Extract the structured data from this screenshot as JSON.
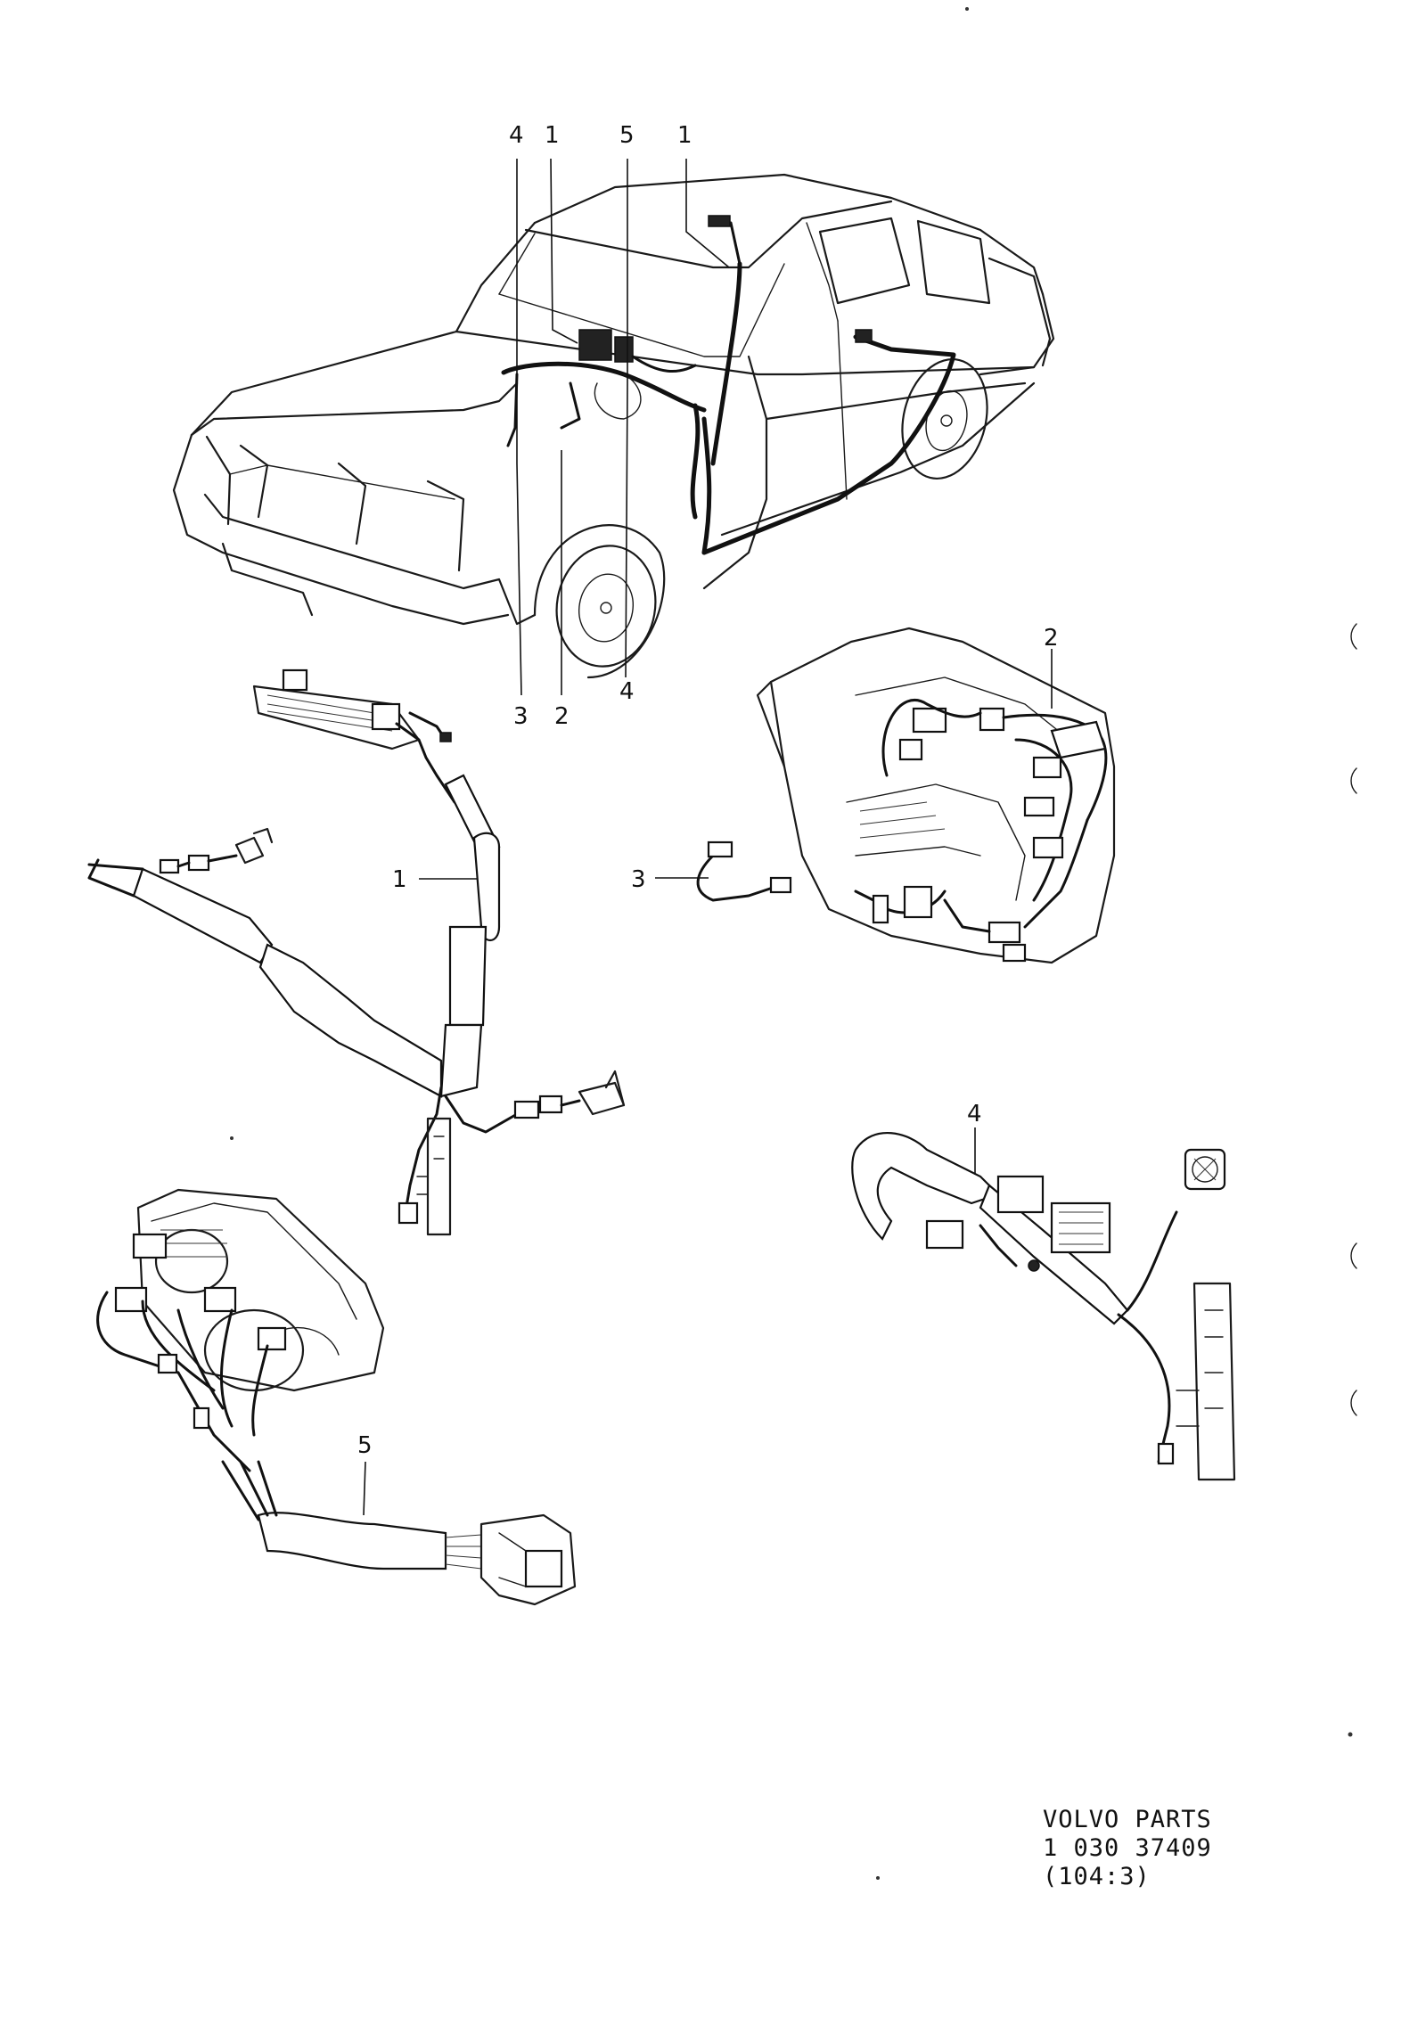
{
  "callouts": {
    "top_4": "4",
    "top_1a": "1",
    "top_5": "5",
    "top_1b": "1",
    "car_3": "3",
    "car_2": "2",
    "car_4": "4",
    "harness_1": "1",
    "console_2": "2",
    "console_3": "3",
    "pillar_4": "4",
    "cluster_5": "5"
  },
  "footer": {
    "line1": "VOLVO  PARTS",
    "line2": "1  030  37409",
    "line3": "(104:3)"
  }
}
